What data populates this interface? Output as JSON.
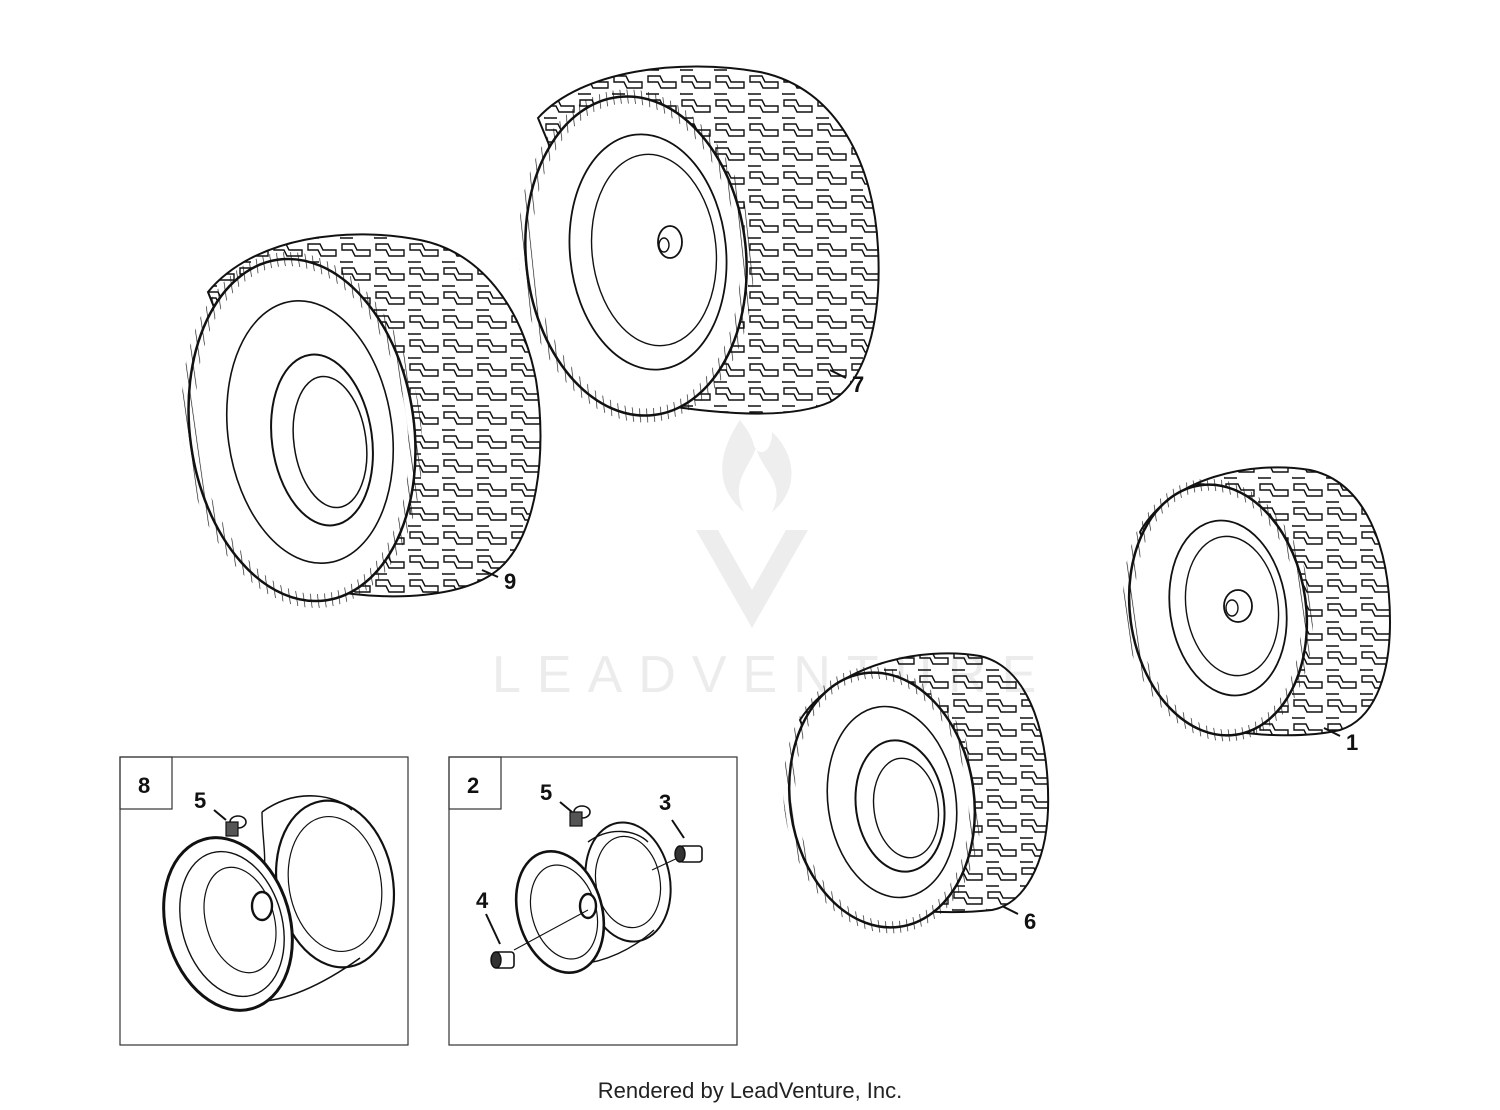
{
  "watermark": {
    "text": "LEADVENTURE"
  },
  "footer": {
    "text": "Rendered by LeadVenture, Inc."
  },
  "tires": [
    {
      "callout": "9"
    },
    {
      "callout": "7"
    },
    {
      "callout": "6"
    },
    {
      "callout": "1"
    }
  ],
  "detail_boxes": [
    {
      "label": "8",
      "callouts": [
        "5"
      ]
    },
    {
      "label": "2",
      "callouts": [
        "5",
        "3",
        "4"
      ]
    }
  ],
  "colors": {
    "line": "#111111",
    "watermark": "#ececec"
  }
}
